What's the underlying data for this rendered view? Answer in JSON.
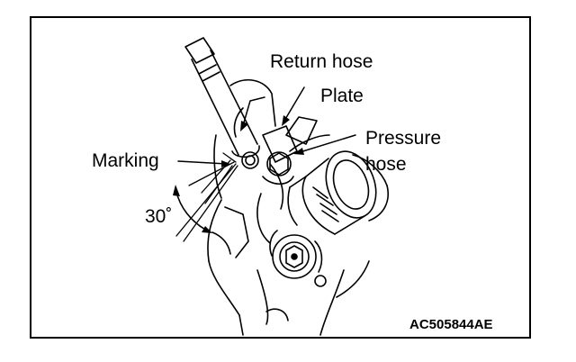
{
  "labels": {
    "return_hose": "Return hose",
    "plate": "Plate",
    "pressure_hose_line1": "Pressure",
    "pressure_hose_line2": "hose",
    "marking": "Marking",
    "angle": "30˚"
  },
  "figure_code": "AC505844AE"
}
